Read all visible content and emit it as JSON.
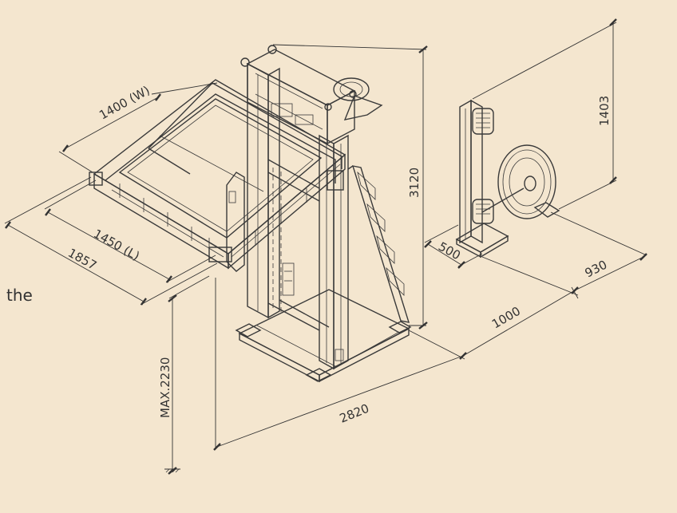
{
  "side_text": "the",
  "dimensions": {
    "width": "1400 (W)",
    "length": "1450 (L)",
    "depth": "1857",
    "max_height": "MAX.2230",
    "height": "3120",
    "footprint": "2820",
    "spacing": "1000",
    "dispenser_height": "1403",
    "dispenser_depth": "500",
    "dispenser_width": "930"
  }
}
